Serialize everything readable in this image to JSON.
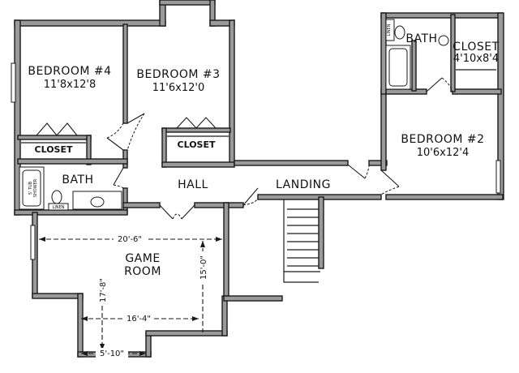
{
  "rooms": {
    "bedroom4": {
      "name": "BEDROOM #4",
      "size": "11'8x12'8"
    },
    "bedroom3": {
      "name": "BEDROOM #3",
      "size": "11'6x12'0"
    },
    "bedroom2": {
      "name": "BEDROOM #2",
      "size": "10'6x12'4"
    },
    "closet_b4": "CLOSET",
    "closet_b3": "CLOSET",
    "closet_b2": {
      "name": "CLOSET",
      "size": "4'10x8'4"
    },
    "bath_left": "BATH",
    "bath_right": "BATH",
    "hall": "HALL",
    "landing": "LANDING",
    "game_room": {
      "line1": "GAME",
      "line2": "ROOM"
    }
  },
  "fixtures": {
    "linen_left": "LINEN",
    "linen_right": "LINEN",
    "tub_shower": "5' TUB\nSHOWER"
  },
  "dimensions": {
    "width_top": "20'-6\"",
    "height_right": "15'-0\"",
    "height_left": "17'-8\"",
    "width_mid": "16'-4\"",
    "width_bottom": "5'-10\""
  }
}
